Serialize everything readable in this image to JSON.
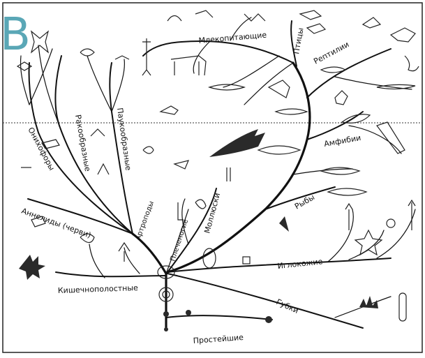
{
  "panel_letter": "В",
  "branches": {
    "mammals": "Млекопитающие",
    "birds": "Птицы",
    "reptiles": "Рептилии",
    "amphibians": "Амфибии",
    "fish": "Рыбы",
    "echinoderms": "Иглокожие",
    "sponges": "Губки",
    "protozoa": "Простейшие",
    "coelenterates": "Кишечнополостные",
    "annelids": "Аннелиды (черви)",
    "onychophora": "Онихофоры",
    "crustaceans": "Ракообразные",
    "arachnids": "Паукообразные",
    "arthropods": "Артроподы",
    "molluscs": "Моллюски",
    "brachiopods": "Плеченогие"
  }
}
